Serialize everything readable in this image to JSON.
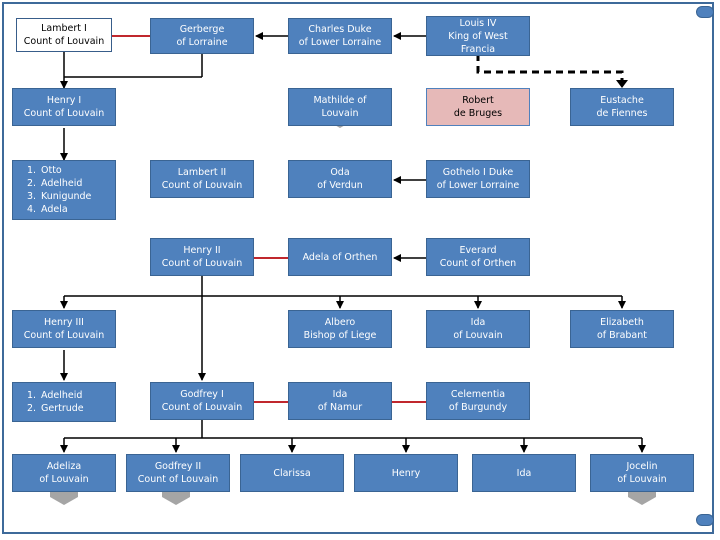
{
  "people": {
    "lambert_i": [
      "Lambert I",
      "Count of Louvain"
    ],
    "gerberge": [
      "Gerberge",
      "of Lorraine"
    ],
    "charles_duke": [
      "Charles Duke",
      "of Lower Lorraine"
    ],
    "louis_iv": [
      "Louis IV",
      "King of West",
      "Francia"
    ],
    "henry_i": [
      "Henry I",
      "Count of Louvain"
    ],
    "mathilde": [
      "Mathilde of",
      "Louvain"
    ],
    "robert": [
      "Robert",
      "de Bruges"
    ],
    "eustache": [
      "Eustache",
      "de Fiennes"
    ],
    "children_henry_i": [
      "Otto",
      "Adelheid",
      "Kunigunde",
      "Adela"
    ],
    "lambert_ii": [
      "Lambert II",
      "Count of Louvain"
    ],
    "oda": [
      "Oda",
      "of Verdun"
    ],
    "gothelo": [
      "Gothelo I Duke",
      "of Lower Lorraine"
    ],
    "henry_ii": [
      "Henry II",
      "Count of Louvain"
    ],
    "adela_orthen": [
      "Adela of Orthen"
    ],
    "everard": [
      "Everard",
      "Count of Orthen"
    ],
    "henry_iii": [
      "Henry III",
      "Count of Louvain"
    ],
    "albero": [
      "Albero",
      "Bishop of Liege"
    ],
    "ida_louvain": [
      "Ida",
      "of Louvain"
    ],
    "elizabeth": [
      "Elizabeth",
      "of Brabant"
    ],
    "children_henry_iii": [
      "Adelheid",
      "Gertrude"
    ],
    "godfrey_i": [
      "Godfrey I",
      "Count of Louvain"
    ],
    "ida_namur": [
      "Ida",
      "of Namur"
    ],
    "celementia": [
      "Celementia",
      "of Burgundy"
    ],
    "adeliza": [
      "Adeliza",
      "of Louvain"
    ],
    "godfrey_ii": [
      "Godfrey II",
      "Count of Louvain"
    ],
    "clarissa": [
      "Clarissa"
    ],
    "henry": [
      "Henry"
    ],
    "ida": [
      "Ida"
    ],
    "jocelin": [
      "Jocelin",
      "of Louvain"
    ]
  },
  "list_numbers_4": [
    "1.",
    "2.",
    "3.",
    "4."
  ],
  "list_numbers_2": [
    "1.",
    "2."
  ],
  "colors": {
    "box_blue": "#4f81bd",
    "box_border": "#3a6493",
    "box_pink": "#e6b9b8",
    "marriage_line": "#c0272d",
    "frame": "#3e6a9a",
    "continuation_arrow": "#a5a5a5"
  }
}
